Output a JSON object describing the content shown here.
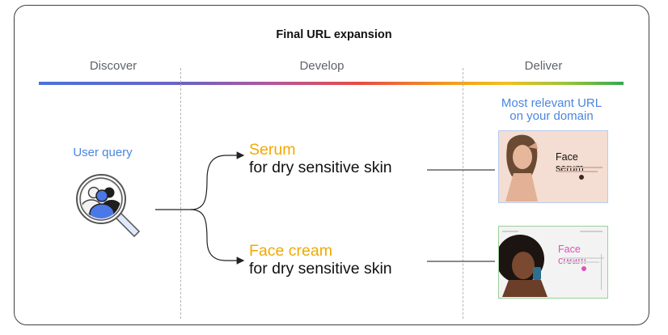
{
  "diagram": {
    "title": "Final URL expansion",
    "phases": [
      "Discover",
      "Develop",
      "Deliver"
    ],
    "user_query_label": "User query",
    "destination_label_line1": "Most relevant URL",
    "destination_label_line2": "on your domain",
    "queries": [
      {
        "term": "Serum",
        "qualifier": "for dry sensitive skin",
        "page_title": "Face serum"
      },
      {
        "term": "Face cream",
        "qualifier": "for dry sensitive skin",
        "page_title": "Face cream"
      }
    ]
  },
  "colors": {
    "blue_accent": "#4a86e0",
    "query_term": "#f2a900",
    "serum_title": "#111111",
    "cream_title": "#e051b8"
  }
}
